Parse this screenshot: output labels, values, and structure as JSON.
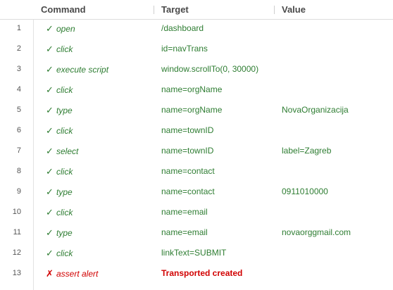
{
  "header": {
    "command": "Command",
    "target": "Target",
    "value": "Value"
  },
  "rows": [
    {
      "num": "1",
      "status": "pass",
      "mark": "✓",
      "command": "open",
      "target": "/dashboard",
      "value": ""
    },
    {
      "num": "2",
      "status": "pass",
      "mark": "✓",
      "command": "click",
      "target": "id=navTrans",
      "value": ""
    },
    {
      "num": "3",
      "status": "pass",
      "mark": "✓",
      "command": "execute script",
      "target": "window.scrollTo(0, 30000)",
      "value": ""
    },
    {
      "num": "4",
      "status": "pass",
      "mark": "✓",
      "command": "click",
      "target": "name=orgName",
      "value": ""
    },
    {
      "num": "5",
      "status": "pass",
      "mark": "✓",
      "command": "type",
      "target": "name=orgName",
      "value": "NovaOrganizacija"
    },
    {
      "num": "6",
      "status": "pass",
      "mark": "✓",
      "command": "click",
      "target": "name=townID",
      "value": ""
    },
    {
      "num": "7",
      "status": "pass",
      "mark": "✓",
      "command": "select",
      "target": "name=townID",
      "value": "label=Zagreb"
    },
    {
      "num": "8",
      "status": "pass",
      "mark": "✓",
      "command": "click",
      "target": "name=contact",
      "value": ""
    },
    {
      "num": "9",
      "status": "pass",
      "mark": "✓",
      "command": "type",
      "target": "name=contact",
      "value": "0911010000"
    },
    {
      "num": "10",
      "status": "pass",
      "mark": "✓",
      "command": "click",
      "target": "name=email",
      "value": ""
    },
    {
      "num": "11",
      "status": "pass",
      "mark": "✓",
      "command": "type",
      "target": "name=email",
      "value": "novaorggmail.com"
    },
    {
      "num": "12",
      "status": "pass",
      "mark": "✓",
      "command": "click",
      "target": "linkText=SUBMIT",
      "value": ""
    },
    {
      "num": "13",
      "status": "fail",
      "mark": "✗",
      "command": "assert alert",
      "target": "Transported created",
      "value": ""
    }
  ],
  "colors": {
    "pass": "#2e7d32",
    "fail": "#d10000"
  }
}
